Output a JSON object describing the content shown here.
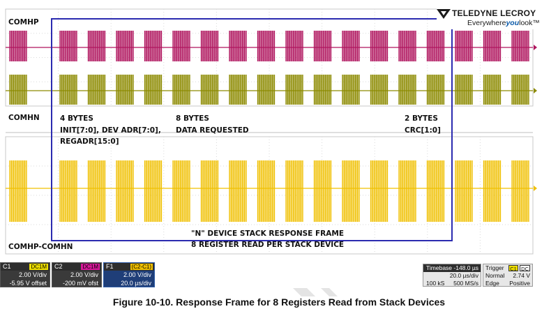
{
  "branding": {
    "company": "TELEDYNE LECROY",
    "tagline_pre": "Everywhere",
    "tagline_bold": "you",
    "tagline_post": "look",
    "tm": "™"
  },
  "traces": {
    "comhp": {
      "label": "COMHP",
      "color": "#b0155e"
    },
    "comhn": {
      "label": "COMHN",
      "color": "#8c8a00"
    },
    "math": {
      "label": "COMHP-COMHN",
      "color": "#f0c000"
    }
  },
  "annotations": {
    "init_bytes": "4 BYTES",
    "init_line1": "INIT[7:0], DEV ADR[7:0],",
    "init_line2": "REGADR[15:0]",
    "data_bytes": "8 BYTES",
    "data_desc": "DATA REQUESTED",
    "crc_bytes": "2 BYTES",
    "crc_desc": "CRC[1:0]",
    "frame_line1": "\"N\" DEVICE STACK RESPONSE FRAME",
    "frame_line2": "8 REGISTER READ PER STACK DEVICE",
    "frame_color": "#2b2bb0"
  },
  "channels": [
    {
      "name": "C1",
      "tag": "DC1M",
      "tag_color": "#f0e000",
      "line1": "2.00 V/div",
      "line2": "-5.95 V offset"
    },
    {
      "name": "C2",
      "tag": "DC1M",
      "tag_color": "#d8189a",
      "line1": "2.00 V/div",
      "line2": "-200 mV ofst"
    },
    {
      "name": "F1",
      "tag": "(C2-C1)",
      "tag_color": "#f0c000",
      "line1": "2.00 V/div",
      "line2": "20.0 µs/div"
    }
  ],
  "timebase": {
    "header": "Timebase -148.0 µs",
    "per_div": "20.0 µs/div",
    "samples": "100 kS",
    "rate": "500 MS/s"
  },
  "trigger": {
    "header": "Trigger",
    "chip1": "C1",
    "chip2": "DC",
    "mode": "Normal",
    "level": "2.74 V",
    "type": "Edge",
    "slope": "Positive"
  },
  "caption": "Figure 10-10. Response Frame for 8 Registers Read from Stack Devices"
}
